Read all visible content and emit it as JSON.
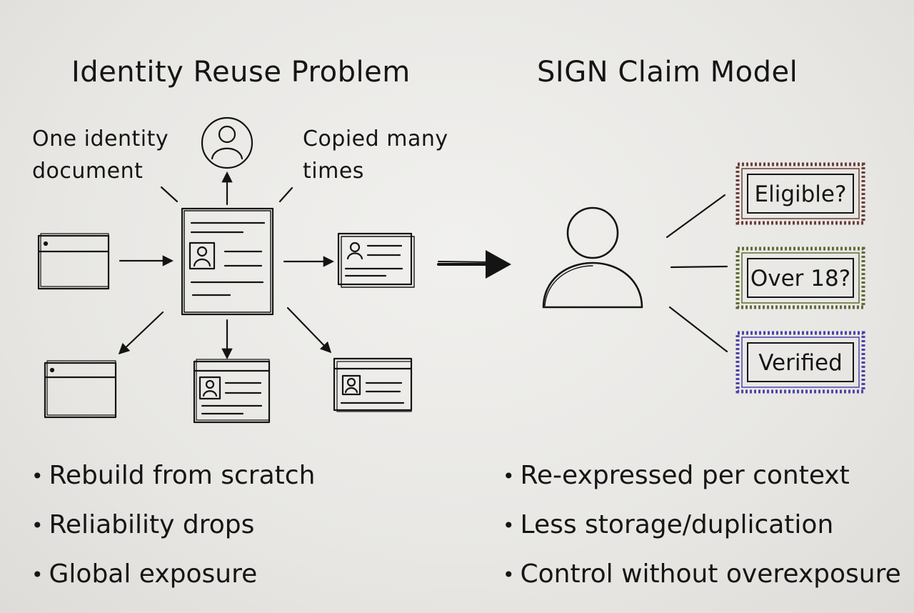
{
  "left_panel": {
    "title": "Identity Reuse Problem",
    "note_source": "One identity\ndocument",
    "note_copies": "Copied many\ntimes",
    "bullets": [
      "Rebuild from scratch",
      "Reliability drops",
      "Global exposure"
    ]
  },
  "right_panel": {
    "title": "SIGN Claim Model",
    "claims": [
      {
        "label": "Eligible?",
        "color": "#6b3f3a"
      },
      {
        "label": "Over 18?",
        "color": "#5f6b34"
      },
      {
        "label": "Verified",
        "color": "#4b43a8"
      }
    ],
    "bullets": [
      "Re-expressed per context",
      "Less storage/duplication",
      "Control without overexposure"
    ]
  },
  "icons": {
    "user": "user-circle-icon",
    "person": "person-icon",
    "document": "id-document-icon",
    "browser": "browser-window-icon",
    "id_card": "id-card-icon"
  }
}
